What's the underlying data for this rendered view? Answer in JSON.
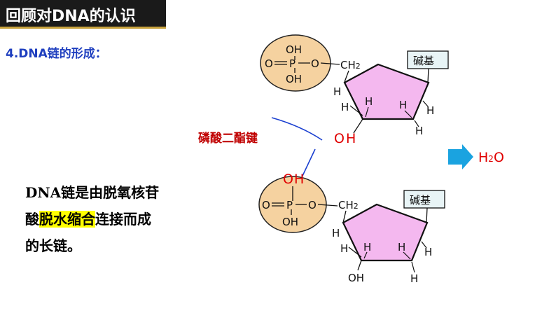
{
  "title": "回顾对DNA的认识",
  "subheading": "4.DNA链的形成：",
  "description": {
    "line1": "DNA链是由脱氧核苷",
    "line2_pre": "酸",
    "line2_highlight": "脱水缩合",
    "line2_post": "连接而成",
    "line3": "的长链。"
  },
  "diagram": {
    "top_nucleotide": {
      "phosphate": {
        "oh_top": "OH",
        "o_double": "O",
        "p": "P",
        "o_right": "O",
        "oh_bottom": "OH"
      },
      "ch2": "CH2",
      "base_label": "碱基",
      "h1": "H",
      "h2": "H",
      "h3": "H",
      "h4": "H",
      "h5": "H",
      "oh_3prime": "OH"
    },
    "bottom_nucleotide": {
      "phosphate": {
        "oh_top": "OH",
        "o_double": "O",
        "p": "P",
        "o_right": "O",
        "oh_bottom": "OH"
      },
      "ch2": "CH2",
      "base_label": "碱基",
      "h1": "H",
      "h2": "H",
      "h3": "H",
      "h4": "H",
      "h5": "H",
      "oh_3prime": "OH"
    },
    "bond_label": "磷酸二酯键",
    "product": "H2O",
    "colors": {
      "phosphate_fill": "#f5d2a0",
      "sugar_fill": "#f4b8ef",
      "base_box_fill": "#e8f4f6",
      "red_text": "#e00000",
      "arrow": "#1aa3e0",
      "bond_line": "#1a3fd0"
    }
  }
}
